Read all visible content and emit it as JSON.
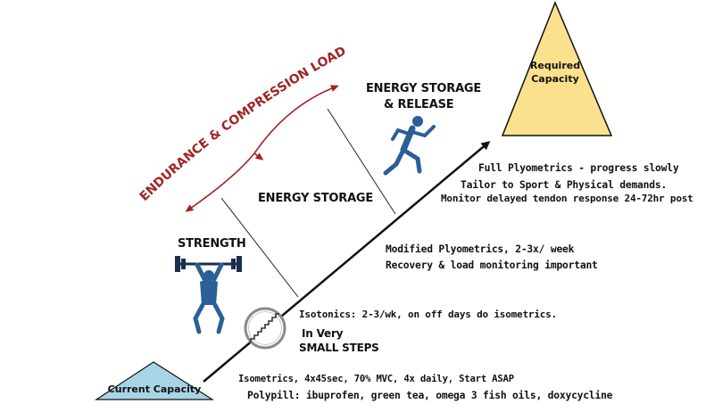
{
  "required_capacity": "Required\nCapacity",
  "current_capacity": "Current Capacity",
  "endurance_compression_loads": "ENDURANCE & COMPRESSION LOADS",
  "stages": {
    "strength": "STRENGTH",
    "energy_storage": "ENERGY STORAGE",
    "energy_storage_release_line1": "ENERGY STORAGE",
    "energy_storage_release_line2": "& RELEASE"
  },
  "small_steps": {
    "line1": "In Very",
    "line2": "SMALL STEPS"
  },
  "notes": {
    "full_plyo_1": "Full Plyometrics - progress slowly",
    "full_plyo_2": "Tailor to Sport & Physical demands.",
    "full_plyo_3": "Monitor delayed tendon response 24-72hr post",
    "mod_plyo_1": "Modified Plyometrics, 2-3x/ week",
    "mod_plyo_2": "Recovery & load monitoring important",
    "isotonics": "Isotonics: 2-3/wk, on off days do isometrics.",
    "isometrics": "Isometrics, 4x45sec, 70% MVC, 4x daily, Start ASAP",
    "polypill": "Polypill: ibuprofen, green tea, omega 3 fish oils, doxycycline"
  },
  "colors": {
    "required_fill": "#fbe08e",
    "current_fill": "#a8d5e6",
    "arc_red": "#a02525",
    "figure_blue": "#2a5f97",
    "figure_dark": "#1b2f4e",
    "main_arrow": "#111111"
  },
  "icons": [
    "weightlifter-icon",
    "runner-icon",
    "stairs-icon"
  ]
}
